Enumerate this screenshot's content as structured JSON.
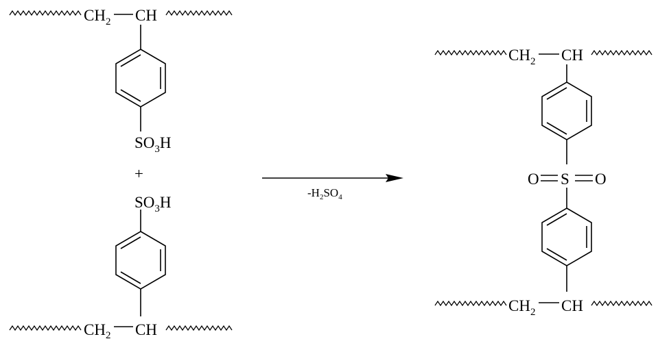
{
  "reactant_top": {
    "ch2": "CH",
    "ch2_sub": "2",
    "ch": "CH",
    "so3h_s": "SO",
    "so3h_sub": "3",
    "so3h_h": "H"
  },
  "plus": "+",
  "reactant_bottom": {
    "so3h_s": "SO",
    "so3h_sub": "3",
    "so3h_h": "H",
    "ch2": "CH",
    "ch2_sub": "2",
    "ch": "CH"
  },
  "condition": {
    "prefix": "-H",
    "sub1": "2",
    "mid": "SO",
    "sub2": "4"
  },
  "product": {
    "top_ch2": "CH",
    "top_ch2_sub": "2",
    "top_ch": "CH",
    "o_left": "O",
    "s": "S",
    "o_right": "O",
    "bottom_ch2": "CH",
    "bottom_ch2_sub": "2",
    "bottom_ch": "CH"
  },
  "colors": {
    "ink": "#000000",
    "background": "#ffffff"
  }
}
